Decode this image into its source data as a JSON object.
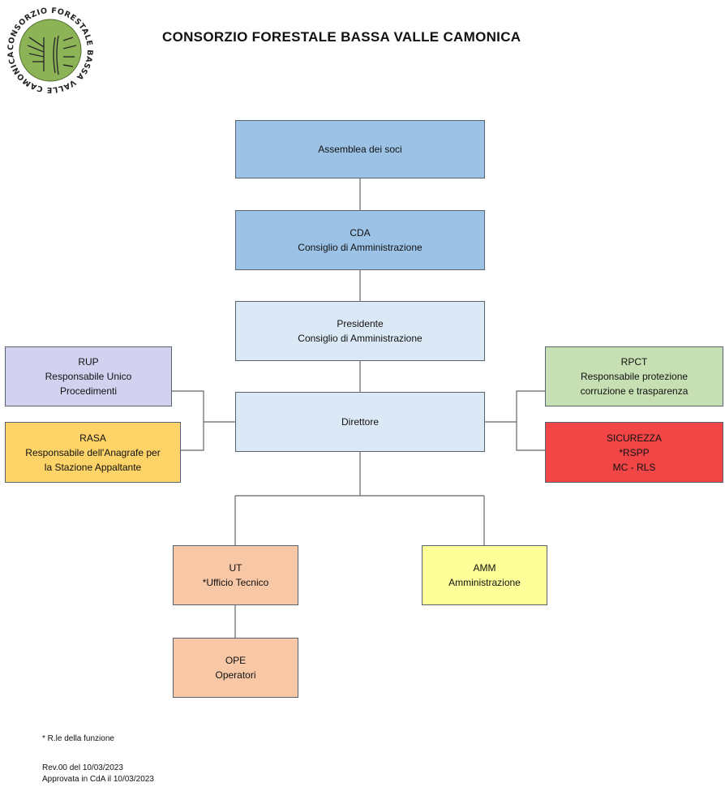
{
  "header": {
    "title": "CONSORZIO FORESTALE BASSA VALLE CAMONICA",
    "logo_text": "CONSORZIO FORESTALE BASSA VALLE CAMONICA"
  },
  "org": {
    "assemblea": {
      "line1": "Assemblea dei soci"
    },
    "cda": {
      "line1": "CDA",
      "line2": "Consiglio di Amministrazione"
    },
    "presidente": {
      "line1": "Presidente",
      "line2": "Consiglio di Amministrazione"
    },
    "direttore": {
      "line1": "Direttore"
    },
    "rup": {
      "line1": "RUP",
      "line2": "Responsabile Unico",
      "line3": "Procedimenti"
    },
    "rasa": {
      "line1": "RASA",
      "line2": "Responsabile dell'Anagrafe per",
      "line3": "la Stazione Appaltante"
    },
    "rpct": {
      "line1": "RPCT",
      "line2": "Responsabile protezione",
      "line3": "corruzione e trasparenza"
    },
    "sicurezza": {
      "line1": "SICUREZZA",
      "line2": "*RSPP",
      "line3": "MC - RLS"
    },
    "ut": {
      "line1": "UT",
      "line2": "*Ufficio Tecnico"
    },
    "amm": {
      "line1": "AMM",
      "line2": "Amministrazione"
    },
    "ope": {
      "line1": "OPE",
      "line2": "Operatori"
    }
  },
  "footer": {
    "note": "* R.le della funzione",
    "rev": "Rev.00 del 10/03/2023",
    "approved": "Approvata in CdA il 10/03/2023"
  },
  "colors": {
    "assemblea_cda": "#9cc3e6",
    "presidente_direttore": "#dbe9f6",
    "rup": "#d3d1f0",
    "rasa": "#fed469",
    "rpct": "#c6e0b4",
    "sicurezza": "#f24646",
    "ut_ope": "#f8c8a6",
    "amm": "#ffff99",
    "logo_green": "#8db357"
  }
}
